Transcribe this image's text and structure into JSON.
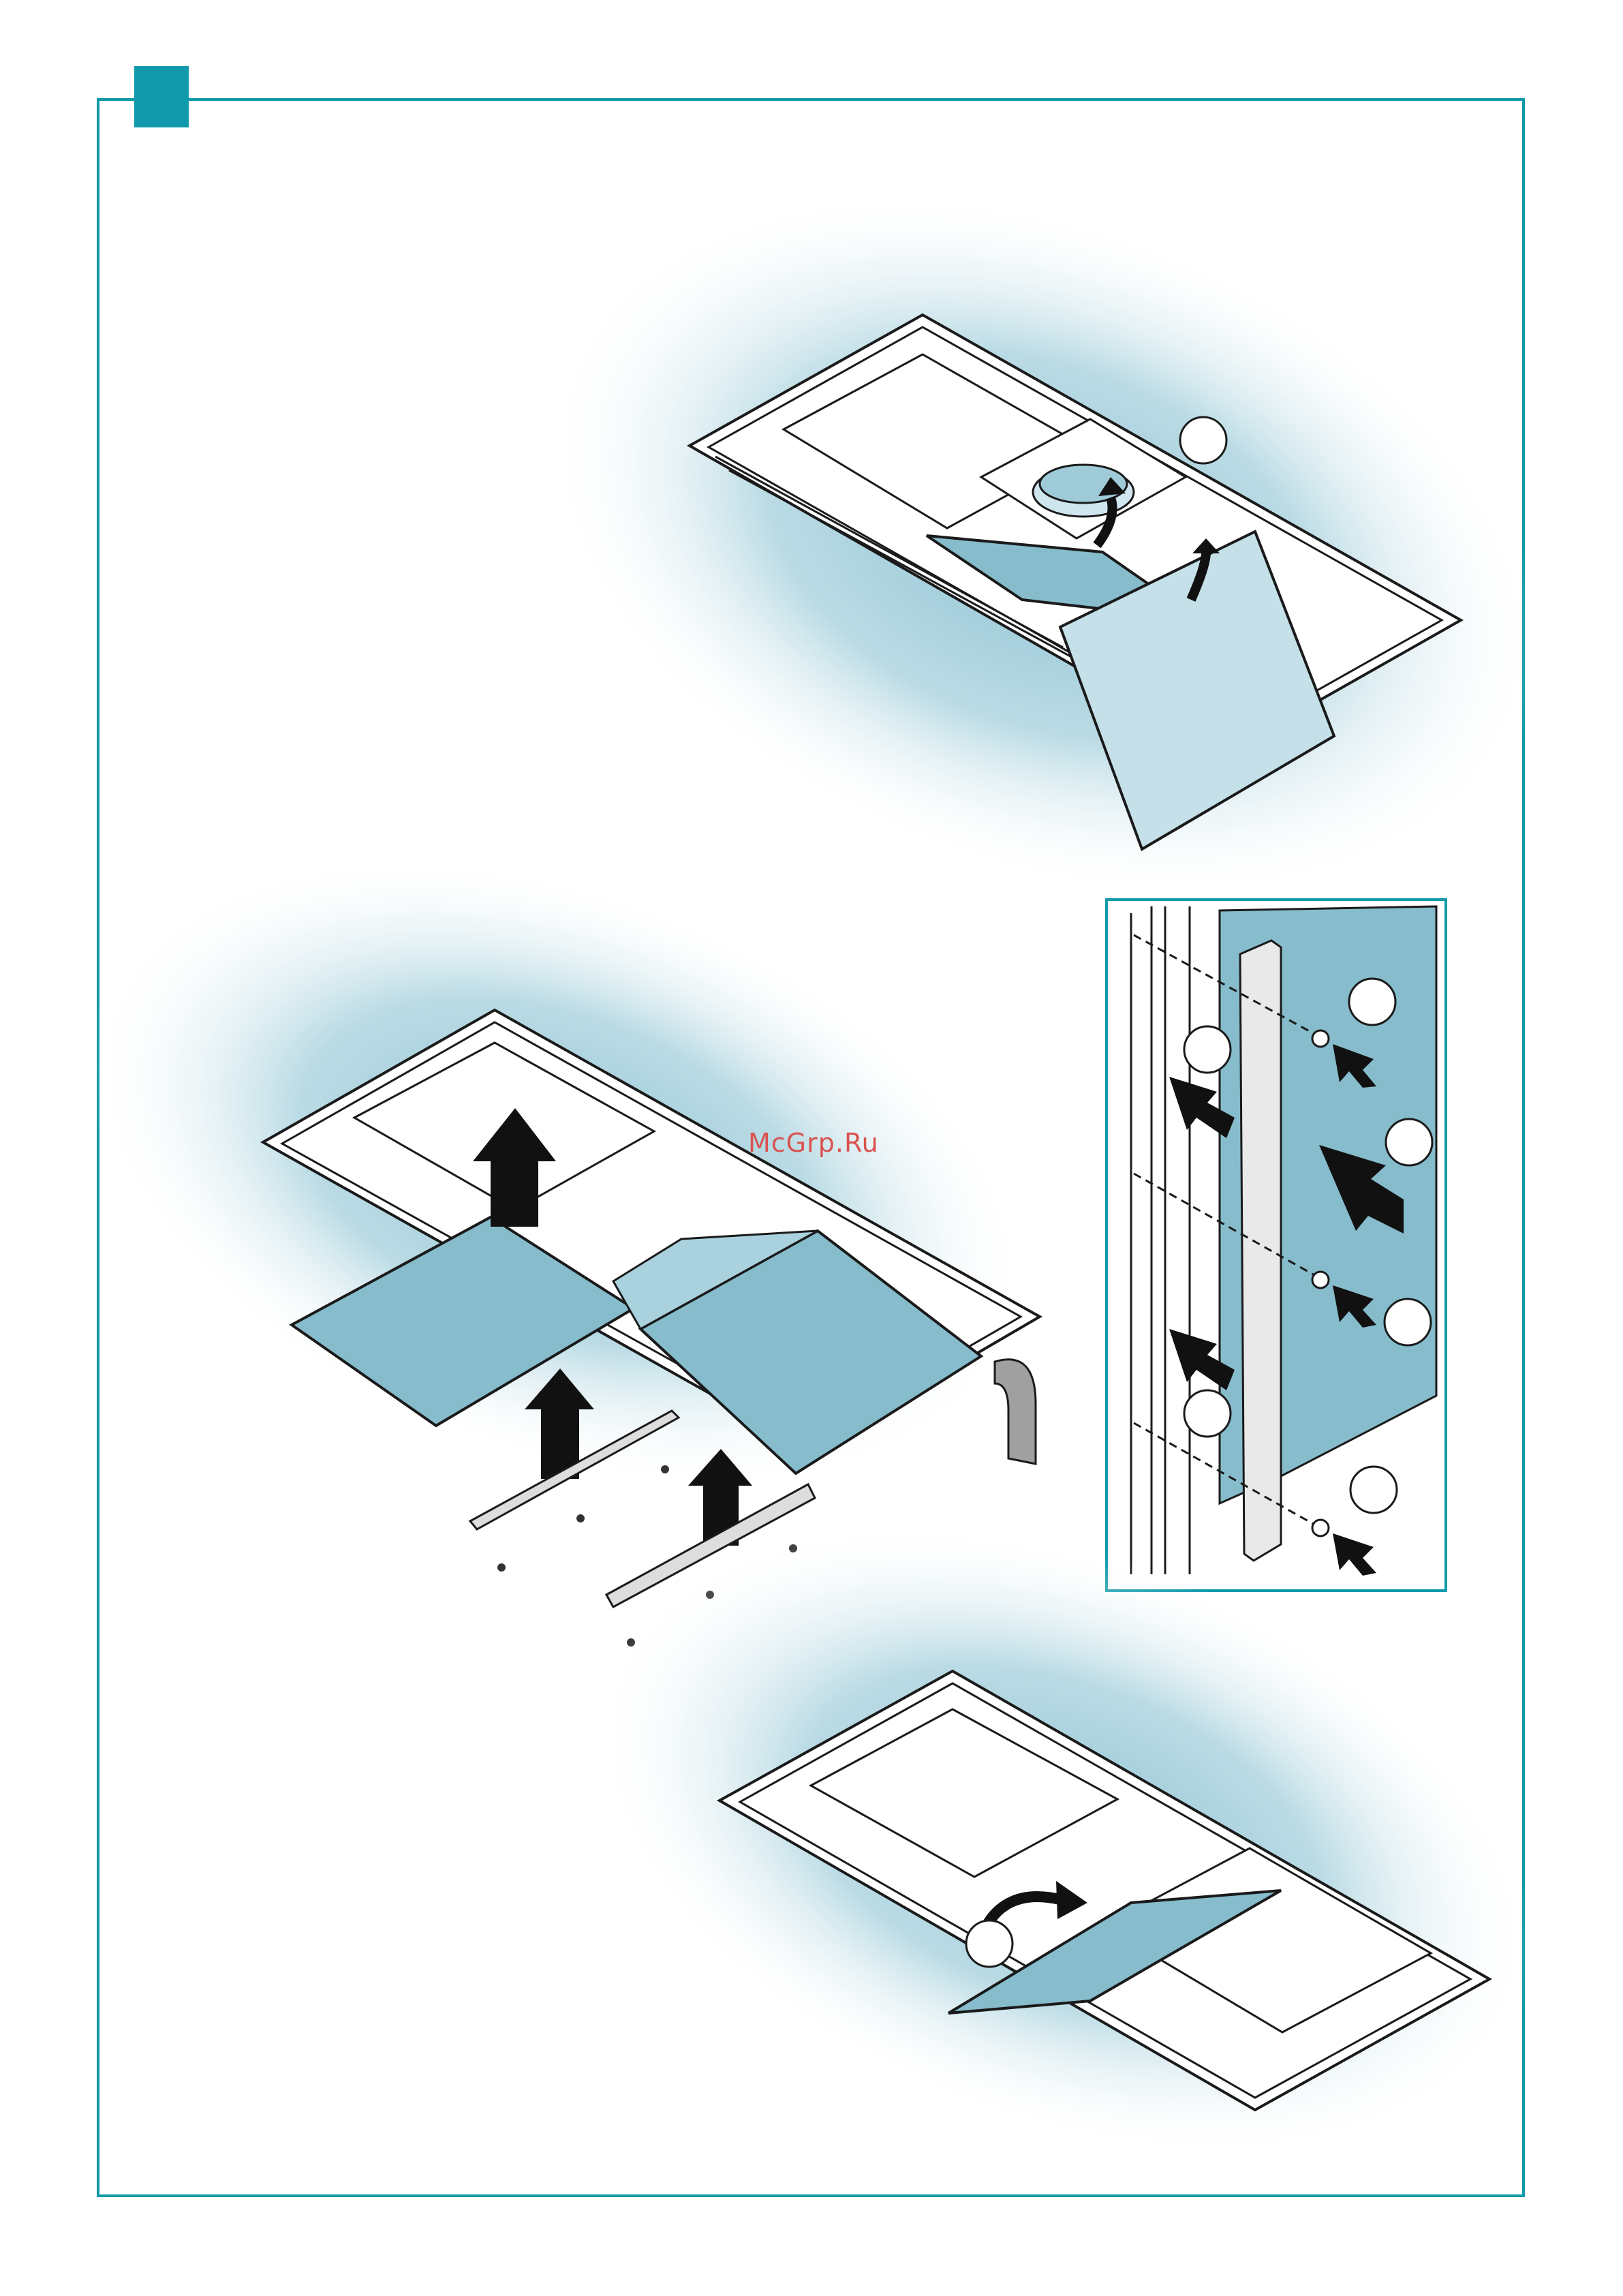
{
  "colors": {
    "accent": "#119aab",
    "panel_fill": "#86bccc",
    "glow": "#9fcbd8",
    "line": "#1a1a1a"
  },
  "watermark": "McGrp.Ru",
  "figures": [
    {
      "name": "top-step",
      "callouts": 1
    },
    {
      "name": "middle-step",
      "callouts": 0
    },
    {
      "name": "inset-detail",
      "callouts": 6
    },
    {
      "name": "bottom-step",
      "callouts": 1
    }
  ]
}
